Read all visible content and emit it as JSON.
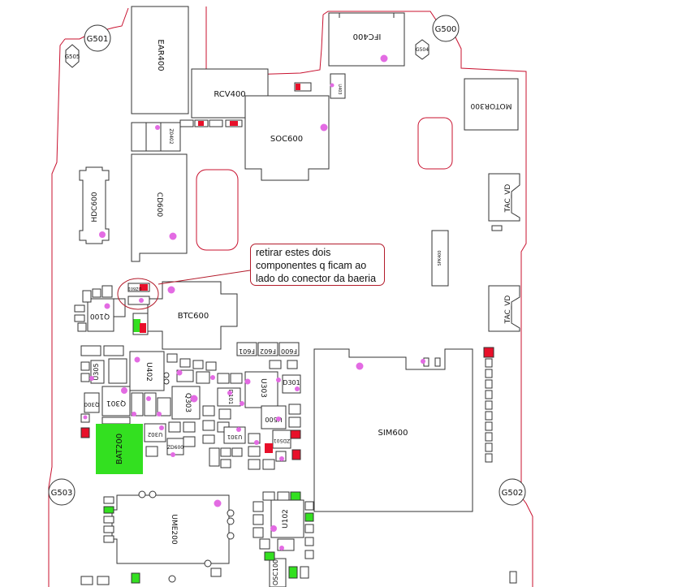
{
  "diagram": {
    "ground_points": [
      "G501",
      "G505",
      "G500",
      "G504",
      "G503",
      "G502"
    ],
    "components": {
      "ear": "EAR400",
      "ifc": "IFC400",
      "rcv": "RCV400",
      "soc": "SOC600",
      "motor": "MOTOR300",
      "hdc": "HDC600",
      "cd": "CD600",
      "tac_top": "TAC_VD",
      "tac_bottom": "TAC_VD",
      "spk": "SPK400",
      "btc": "BTC600",
      "q100": "Q100",
      "dz601": "DZ601",
      "u402": "U402",
      "u305": "U305",
      "q301": "Q301",
      "q300": "Q300",
      "q303": "Q303",
      "d101": "D101",
      "u303": "U303",
      "d301": "D301",
      "f601": "F601",
      "f602": "F602",
      "f600": "F600",
      "u500": "U500",
      "sim": "SIM600",
      "bat": "BAT200",
      "u302": "U302",
      "u301": "U301",
      "zd600": "ZD600",
      "zd501": "ZD501",
      "ume": "UME200",
      "u102": "U102",
      "osc": "OSC100",
      "z0402": "Z0402",
      "u403": "U403"
    },
    "colors": {
      "outline": "#c8102e",
      "test_point": "#e36be3",
      "marked_pad": "#e8102a",
      "battery": "#33e020"
    }
  },
  "callout": {
    "lines": [
      "retirar estes dois",
      "componentes q ficam ao",
      "lado do conector da baeria"
    ]
  }
}
